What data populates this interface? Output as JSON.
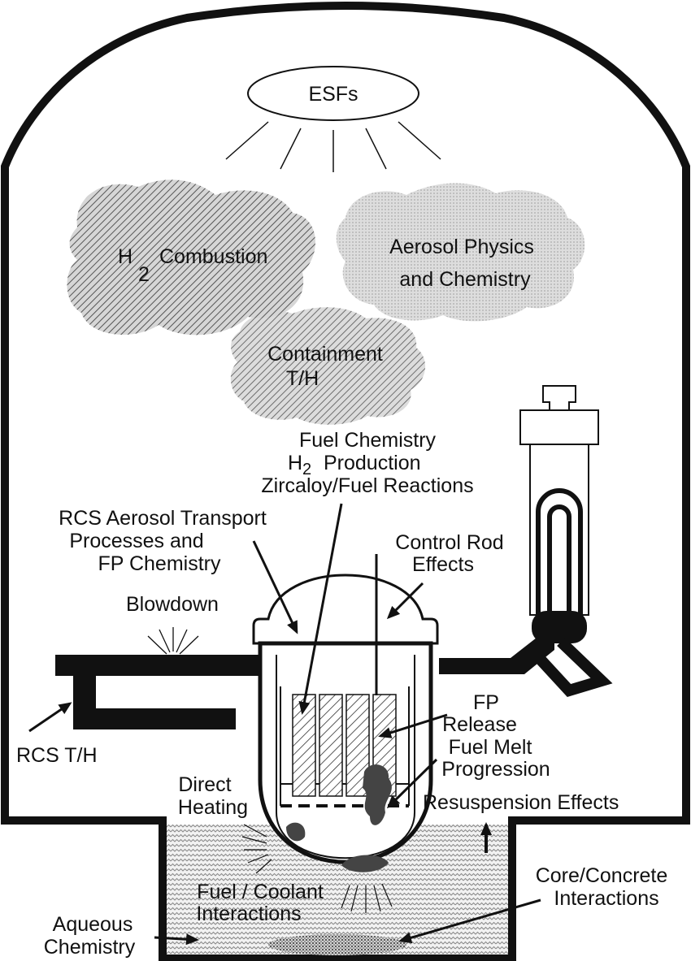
{
  "colors": {
    "ink": "#111111",
    "background": "#ffffff",
    "cloud_dark": "#6a6a6a",
    "cloud_light": "#b9b9b9",
    "water": "#9a9a9a",
    "debris": "#444444"
  },
  "labels": {
    "esfs": "ESFs",
    "h2_combustion": {
      "h": "H",
      "sub": "2",
      "rest": "Combustion"
    },
    "aerosol_physics": [
      "Aerosol Physics",
      "and Chemistry"
    ],
    "containment_th": [
      "Containment",
      "T/H"
    ],
    "fuel_chemistry": {
      "line1": "Fuel Chemistry",
      "line2_h": "H",
      "line2_sub": "2",
      "line2_rest": "Production",
      "line3": "Zircaloy/Fuel Reactions"
    },
    "rcs_aerosol": [
      "RCS Aerosol Transport",
      "Processes and",
      "FP Chemistry"
    ],
    "control_rod": [
      "Control Rod",
      "Effects"
    ],
    "blowdown": "Blowdown",
    "fp_release": [
      "FP",
      "Release"
    ],
    "fuel_melt": [
      "Fuel Melt",
      "Progression"
    ],
    "rcs_th": "RCS T/H",
    "direct_heating": [
      "Direct",
      "Heating"
    ],
    "resuspension": "Resuspension  Effects",
    "fuel_coolant": [
      "Fuel / Coolant",
      "Interactions"
    ],
    "core_concrete": [
      "Core/Concrete",
      "Interactions"
    ],
    "aqueous": [
      "Aqueous",
      "Chemistry"
    ]
  }
}
